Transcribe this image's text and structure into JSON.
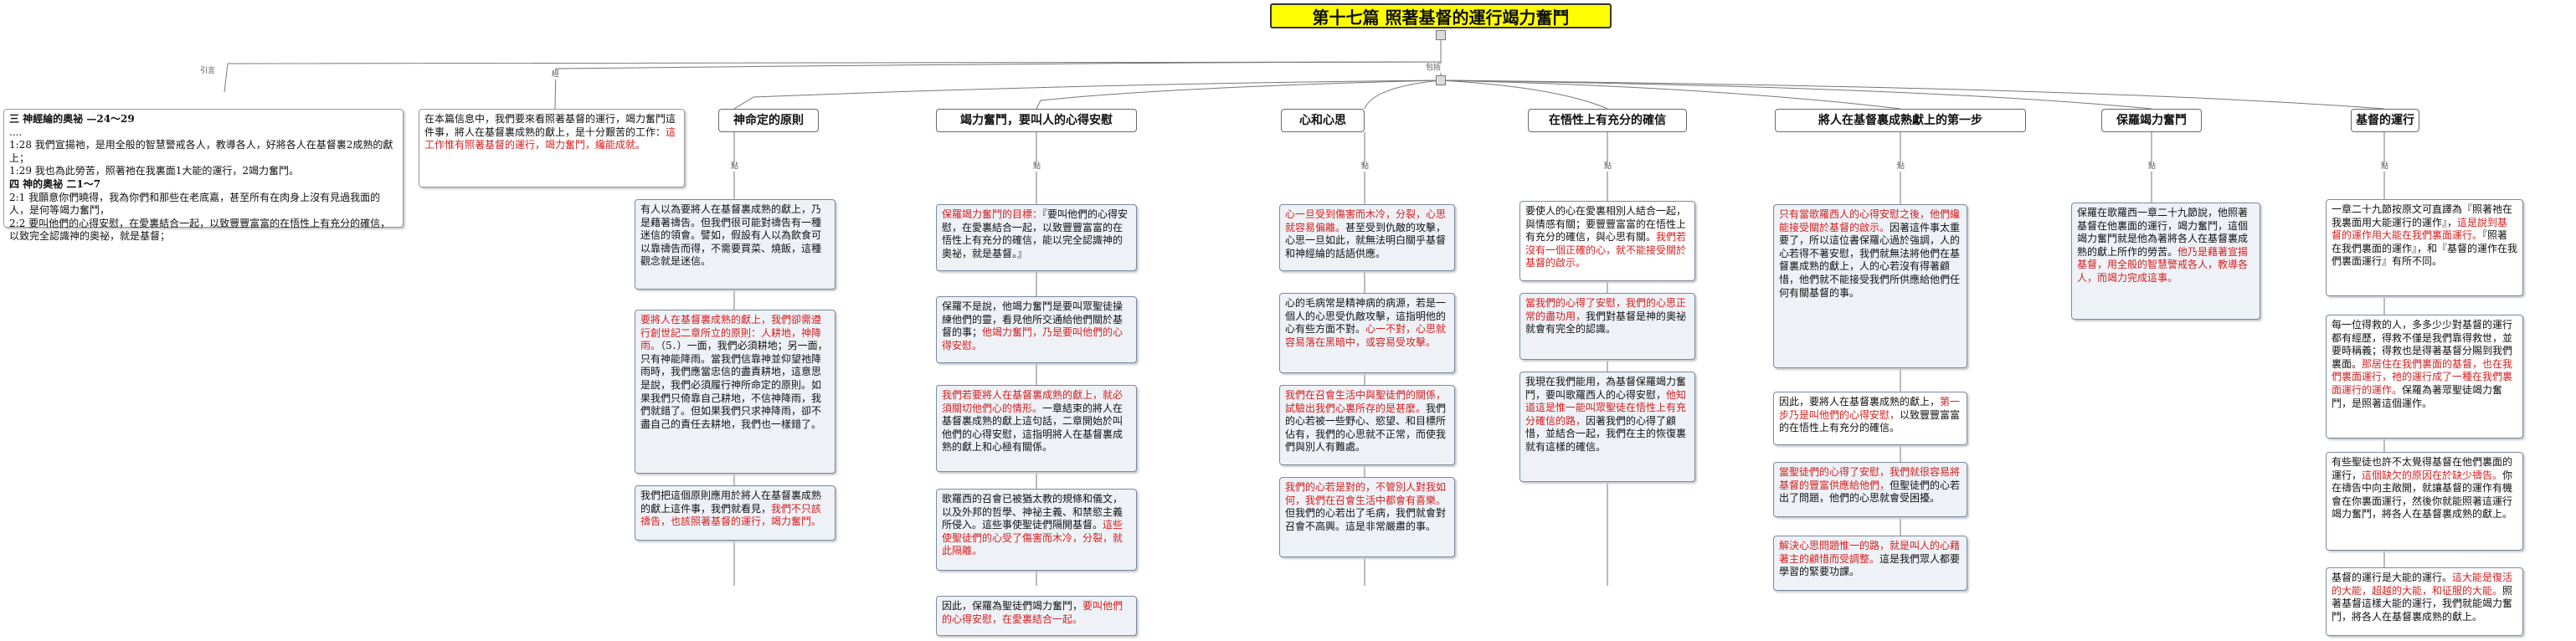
{
  "title": "第十七篇  照著基督的運行竭力奮鬥",
  "connectors": {
    "yinlu": "引言",
    "jing": "經",
    "baokuo": "包括",
    "dian": "點"
  },
  "intro": {
    "line1": "三    神經綸的奧祕  —24～29",
    "line2": "....",
    "line3": "1:28    我們宣揚祂，是用全般的智慧警戒各人，教導各人，好將各人在基督裏2成熟的獻上；",
    "line4": "1:29    我也為此勞苦，照著祂在我裏面1大能的運行，2竭力奮鬥。",
    "line5": "四  神的奧祕  二1～7",
    "line6": "2:1    我願意你們曉得，我為你們和那些在老底嘉，甚至所有在肉身上沒有見過我面的人，是何等竭力奮鬥，",
    "line7": "2:2    要叫他們的心得安慰，在愛裏結合一起，以致豐豐富富的在悟性上有充分的確信，以致完全認識神的奧祕，就是基督；"
  },
  "scripture": {
    "normal": "在本篇信息中，我們要來看照著基督的運行，竭力奮鬥這件事，將人在基督裏成熟的獻上，是十分艱苦的工作：",
    "red": "這工作惟有照著基督的運行，竭力奮鬥，纔能成就。"
  },
  "headings": {
    "h1": "神命定的原則",
    "h2": "竭力奮鬥，要叫人的心得安慰",
    "h3": "心和心思",
    "h4": "在悟性上有充分的確信",
    "h5": "將人在基督裏成熟獻上的第一步",
    "h6": "保羅竭力奮鬥",
    "h7": "基督的運行"
  },
  "col1": {
    "b1": "有人以為要將人在基督裏成熟的獻上，乃是藉著禱告。但我們很可能對禱告有一種迷信的領會。譬如，假設有人以為飲食可以靠禱告而得，不需要買菜、燒飯，這種觀念就是迷信。",
    "b1_red": "但我們很可能對禱告有一種迷信的領會。",
    "b2_red": "要將人在基督裏成熟的獻上，我們卻需遵行創世記二章所立的原則：人耕地，神降雨。",
    "b2": "（5．）一面，我們必須耕地；另一面，只有神能降雨。當我們信靠神並仰望祂降雨時，我們應當忠信的盡責耕地，這意思是說，我們必須履行神所命定的原則。如果我們只倚靠自己耕地，不信神降雨，我們就錯了。但如果我們只求神降雨，卻不盡自己的責任去耕地，我們也一樣錯了。",
    "b3": "我們把這個原則應用於將人在基督裏成熟的獻上這件事，我們就看見，",
    "b3_red": "我們不只該禱告，也該照著基督的運行，竭力奮鬥。"
  },
  "col2": {
    "b1_red": "保羅竭力奮鬥的目標：",
    "b1": "『要叫他們的心得安慰，在愛裏結合一起，以致豐豐富富的在悟性上有充分的確信，能以完全認識神的奧祕，就是基督。』",
    "b2": "保羅不是說，他竭力奮鬥是要叫眾聖徒操練他們的靈，看見他所交通給他們關於基督的事；",
    "b2_red": "他竭力奮鬥，乃是要叫他們的心得安慰。",
    "b3_red": "我們若要將人在基督裏成熟的獻上，就必須關切他們心的情形。",
    "b3": "一章結束的將人在基督裏成熟的獻上這句話，二章開始於叫他們的心得安慰，這指明將人在基督裏成熟的獻上和心極有關係。",
    "b4": "歌羅西的召會已被猶太教的規條和儀文，以及外邦的哲學、神祕主義、和禁慾主義所侵入。這些事使聖徒們隔開基督。",
    "b4_red": "這些使聖徒們的心受了傷害而木冷，分裂，就此隔離。",
    "b5": "因此，保羅為聖徒們竭力奮鬥，",
    "b5_red": "要叫他們的心得安慰，在愛裏結合一起。"
  },
  "col3": {
    "b1_red": "心一旦受到傷害而木冷，分裂，心思就容易偏離。",
    "b1": "甚至受到仇敵的攻擊，心思一旦如此，就無法明白關乎基督和神經綸的話語供應。",
    "b2": "心的毛病常是精神病的病源，若是一個人的心思受仇敵攻擊，這指明他的心有些方面不對。",
    "b2_red": "心一不對，心思就容易落在黑暗中，或容易受攻擊。",
    "b3_red": "我們在召會生活中與聖徒們的關係，試驗出我們心裏所存的是甚麼。",
    "b3": "我們的心若被一些野心、慾望、和目標所佔有，我們的心思就不正常，而使我們與別人有難處。",
    "b4_red": "我們的心若是對的，不管別人對我如何，我們在召會生活中都會有喜樂。",
    "b4": "但我們的心若出了毛病，我們就會對召會不高興。這是非常嚴肅的事。"
  },
  "col4": {
    "b1": "要使人的心在愛裏相別人結合一起，與情感有關；要豐豐富富的在悟性上有充分的確信，與心思有關。",
    "b1_red": "我們若沒有一個正確的心，就不能接受關於基督的啟示。",
    "b2_red": "當我們的心得了安慰，我們的心思正常的盡功用，",
    "b2": "我們對基督是神的奧祕就會有完全的認識。",
    "b3": "我現在我們能用，為基督保羅竭力奮鬥，要叫歌羅西人的心得安慰，",
    "b3_red": "他知道這是惟一能叫眾聖徒在悟性上有充分確信的路，",
    "b3b": "因著我們的心得了顧惜，並結合一起，我們在主的恢復裏就有這樣的確信。"
  },
  "col5": {
    "b1_red": "只有當歌羅西人的心得安慰之後，他們纔能接受關於基督的啟示。",
    "b1": "因著這件事太重要了，所以這位書保羅心過於強調，人的心若得不著安慰，我們就無法將他們在基督裏成熟的獻上，人的心若沒有得著顧惜，他們就不能接受我們所供應給他們任何有關基督的事。",
    "b2": "因此，要將人在基督裏成熟的獻上，",
    "b2_red": "第一步乃是叫他們的心得安慰，",
    "b2b": "以致豐豐富富的在悟性上有充分的確信。",
    "b3_red": "當聖徒們的心得了安慰，我們就很容易將基督的豐富供應給他們，",
    "b3": "但聖徒們的心若出了問題，他們的心思就會受困擾。",
    "b4_red": "解決心思問題惟一的路，就是叫人的心藉著主的顧惜而受調整。",
    "b4": "這是我們眾人都要學習的緊要功課。"
  },
  "col6": {
    "b1": "保羅在歌羅西一章二十九節說，他照著基督在他裏面的運行，竭力奮鬥，這個竭力奮鬥就是他為著將各人在基督裏成熟的獻上所作的勞苦。",
    "b1_red": "他乃是藉著宣揚基督，用全般的智慧警戒各人，教導各人，而竭力完成這事。"
  },
  "col7": {
    "b1": "一章二十九節按原文可直譯為『照著祂在我裏面用大能運行的運作』，",
    "b1_red": "這是說到基督的運作用大能在我們裏面運行。",
    "b1b": "『照著在我們裏面的運作』，和『基督的運作在我們裏面運行』有所不同。",
    "b2": "每一位得救的人，多多少少對基督的運行都有經歷，得救不僅是我們靠得救世，並要時稱義；得救也是得著基督分賜到我們裏面。",
    "b2_red": "那居住在我們裏面的基督，也在我們裏面運行，祂的運行成了一種在我們裏面運行的運作。",
    "b2b": "保羅為著眾聖徒竭力奮鬥，是照著這個運作。",
    "b3": "有些聖徒也許不太覺得基督在他們裏面的運行，",
    "b3_red": "這個缺欠的原因在於缺少禱告。",
    "b3b": "你在禱告中向主敞開，就讓基督的運作有機會在你裏面運行，然後你就能照著這運行竭力奮鬥，將各人在基督裏成熟的獻上。",
    "b4": "基督的運行是大能的運行。",
    "b4_red": "這大能是復活的大能，超越的大能，和征服的大能。",
    "b4b": "照著基督這樣大能的運行，我們就能竭力奮鬥，將各人在基督裏成熟的獻上。"
  }
}
